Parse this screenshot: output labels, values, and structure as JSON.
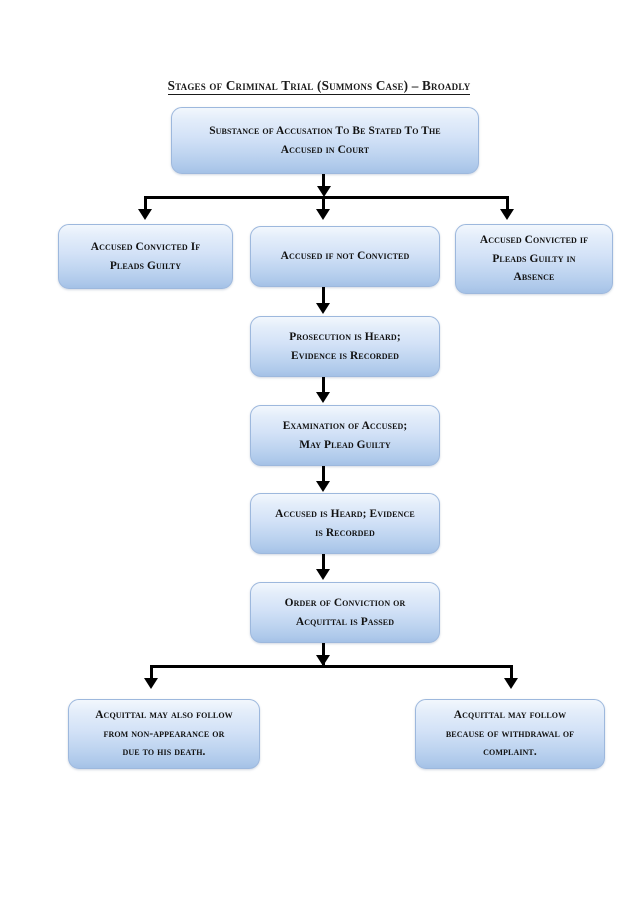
{
  "document": {
    "title": "Stages of Criminal Trial (Summons Case) – Broadly"
  },
  "chart_data": {
    "type": "diagram",
    "diagram_kind": "flowchart",
    "title": "Stages of Criminal Trial (Summons Case) – Broadly",
    "orientation": "top-down",
    "node_style": {
      "shape": "rounded-rectangle",
      "fill_top": "#f2f7fd",
      "fill_bottom": "#a4c1e6",
      "border": "#9db8dd",
      "text_color": "#111111"
    },
    "connector_color": "#000000",
    "nodes": [
      {
        "id": "n1",
        "label": "Substance of Accusation To Be Stated To The\nAccused in Court"
      },
      {
        "id": "n2",
        "label": "Accused Convicted If\nPleads Guilty"
      },
      {
        "id": "n3",
        "label": "Accused if not Convicted"
      },
      {
        "id": "n4",
        "label": "Accused Convicted if\nPleads Guilty in\nAbsence"
      },
      {
        "id": "n5",
        "label": "Prosecution is Heard;\nEvidence is Recorded"
      },
      {
        "id": "n6",
        "label": "Examination of Accused;\nMay Plead Guilty"
      },
      {
        "id": "n7",
        "label": "Accused is Heard; Evidence\nis Recorded"
      },
      {
        "id": "n8",
        "label": "Order of Conviction or\nAcquittal is Passed"
      },
      {
        "id": "n9",
        "label": "Acquittal may also follow\nfrom non-appearance or\ndue to his death."
      },
      {
        "id": "n10",
        "label": "Acquittal may follow\nbecause of withdrawal of\ncomplaint."
      }
    ],
    "edges": [
      {
        "from": "n1",
        "to": "n2"
      },
      {
        "from": "n1",
        "to": "n3"
      },
      {
        "from": "n1",
        "to": "n4"
      },
      {
        "from": "n3",
        "to": "n5"
      },
      {
        "from": "n5",
        "to": "n6"
      },
      {
        "from": "n6",
        "to": "n7"
      },
      {
        "from": "n7",
        "to": "n8"
      },
      {
        "from": "n8",
        "to": "n9"
      },
      {
        "from": "n8",
        "to": "n10"
      }
    ]
  }
}
